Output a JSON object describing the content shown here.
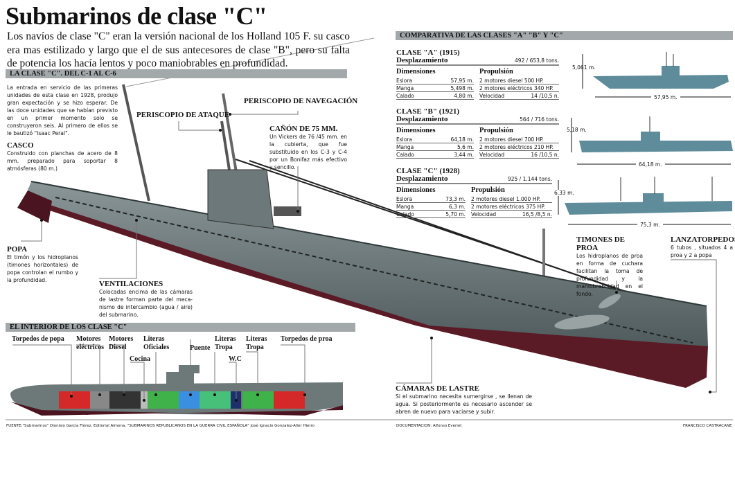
{
  "title": "Submarinos de clase \"C\"",
  "intro": "Los navíos de clase \"C\" eran la versión nacional de los Holland 105 F. su casco era mas estilizado y largo que el de sus antecesores de clase \"B\", pero su falta de potencia los hacía lentos y poco maniobrables en profundidad.",
  "section_main": {
    "header": "LA CLASE \"C\". DEL C-1 AL C-6",
    "text": "La entrada en servicio de las primeras unidades de esta clase en 1928, produjo gran expectación y se hizo esperar. De las doce unidades que se habían previsto en un primer momento solo se construyeron seis. Al primero de ellos se le bautizó \"Isaac Peral\"."
  },
  "callouts": {
    "casco": {
      "title": "CASCO",
      "text": "Construido con planchas de acero de 8 mm. preparado para soportar 8 atmósferas (80 m.)"
    },
    "popa": {
      "title": "POPA",
      "text": "El timón y los hidroplanos (timones horizontales) de popa controlan el rumbo y la profundidad."
    },
    "ventilaciones": {
      "title": "VENTILACIONES",
      "text": "Colocadas encima de las cámaras de lastre forman parte del meca-nismo de intercambio (agua / aire) del submarino."
    },
    "periscopio_ataque": {
      "title": "PERISCOPIO DE ATAQUE"
    },
    "periscopio_navegacion": {
      "title": "PERISCOPIO DE NAVEGACIÓN"
    },
    "canon": {
      "title": "CAÑÓN DE 75 MM.",
      "text": "Un Vickers de 76 /45 mm. en la cubierta, que fue substituido en los C-3 y C-4 por un Bonifaz más efectivo y sencillo."
    },
    "timones": {
      "title": "TIMONES DE PROA",
      "text": "Los hidroplanos de proa en forma de cuchara facilitan la toma de profundidad y la maniobrabilidad en el fondo."
    },
    "lanzatorpedos": {
      "title": "LANZATORPEDOS",
      "text": "6 tubos , situados 4 a proa y 2 a popa"
    },
    "camaras": {
      "title": "CÁMARAS DE LASTRE",
      "text": "Si el submarino necesita sumergirse , se llenan de agua. Si posteriormente es necesario ascender se abren de nuevo para vaciarse y subir."
    }
  },
  "comparison": {
    "header": "COMPARATIVA DE LAS CLASES \"A\" \"B\" Y \"C\"",
    "classes": [
      {
        "title": "CLASE \"A\" (1915)",
        "disp_label": "Desplazamiento",
        "disp": "492 / 653,8 tons.",
        "dim_label": "Dimensiones",
        "prop_label": "Propulsión",
        "rows": [
          [
            "Eslora",
            "57,95 m.",
            "2 motores diesel 500 HP.",
            ""
          ],
          [
            "Manga",
            "5,498 m.",
            "2 motores eléctricos 340 HP.",
            ""
          ],
          [
            "Calado",
            "4,80 m.",
            "Velocidad",
            "14 /10,5 n."
          ]
        ],
        "height": "5,061 m.",
        "length": "57,95 m."
      },
      {
        "title": "CLASE \"B\" (1921)",
        "disp_label": "Desplazamiento",
        "disp": "564 / 716 tons.",
        "dim_label": "Dimensiones",
        "prop_label": "Propulsión",
        "rows": [
          [
            "Eslora",
            "64,18 m.",
            "2 motores diesel 700 HP.",
            ""
          ],
          [
            "Manga",
            "5,6 m.",
            "2 motores eléctricos 210 HP.",
            ""
          ],
          [
            "Calado",
            "3,44 m.",
            "Velocidad",
            "16 /10,5 n."
          ]
        ],
        "height": "5,18 m.",
        "length": "64,18 m."
      },
      {
        "title": "CLASE \"C\" (1928)",
        "disp_label": "Desplazamiento",
        "disp": "925 / 1.144 tons.",
        "dim_label": "Dimensiones",
        "prop_label": "Propulsión",
        "rows": [
          [
            "Eslora",
            "73,3 m.",
            "2 motores diesel 1.000 HP.",
            ""
          ],
          [
            "Manga",
            "6,3 m.",
            "2 motores eléctricos 375 HP.",
            ""
          ],
          [
            "Calado",
            "5,70 m.",
            "Velocidad",
            "16,5 /8,5 n."
          ]
        ],
        "height": "6,33 m.",
        "length": "75,3 m."
      }
    ],
    "hull_color": "#5f8c9b"
  },
  "interior": {
    "header": "EL INTERIOR DE LOS CLASE \"C\"",
    "labels": [
      "Torpedos de popa",
      "Motores eléctricos",
      "Motores Diesel",
      "Cocina",
      "Literas Oficiales",
      "Puente",
      "Literas Tropa",
      "W.C",
      "Literas Tropa",
      "Torpedos de proa"
    ]
  },
  "footer": {
    "source": "FUENTE:\"Submarinos\" Dionisio García Flórez. Editorial Almena. \"SUBMARINOS REPUBLICANOS EN LA GUERRA CIVIL ESPAÑOLA\" José Ignacio Gonzalez-Aller Hierro",
    "doc": "DOCUMENTACION: Alfonso Everiet",
    "author": "FRANCISCO CASTRACANE"
  },
  "colors": {
    "hull_gray": "#6e7a7b",
    "hull_maroon": "#5a1a26",
    "torpedo": "#e02020",
    "berths": "#3fb24a",
    "bridge": "#3a8fe0",
    "header_bar": "#a3a8ab"
  }
}
